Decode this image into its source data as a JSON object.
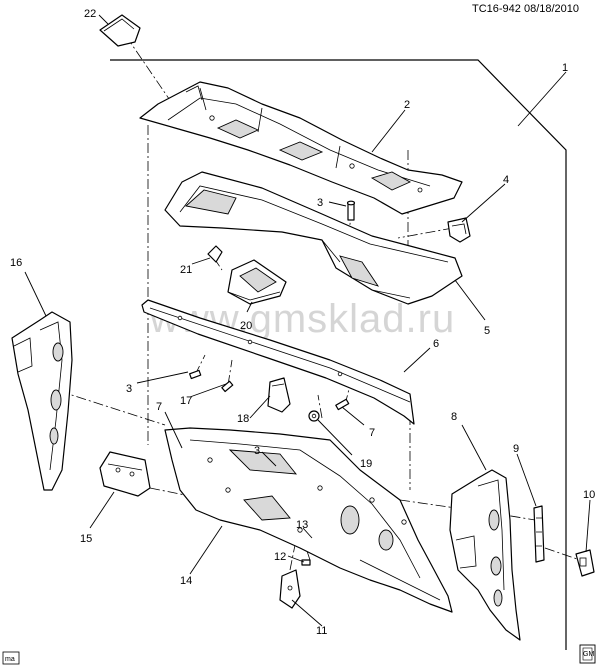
{
  "header": {
    "text": "TC16-942  08/18/2010"
  },
  "watermark": {
    "text": "www.gmsklad.ru"
  },
  "corner_tag": {
    "text": "ma"
  },
  "logo_tag": {
    "text": "GM"
  },
  "callouts": [
    {
      "id": "1",
      "label": "1"
    },
    {
      "id": "2",
      "label": "2"
    },
    {
      "id": "3a",
      "label": "3"
    },
    {
      "id": "3b",
      "label": "3"
    },
    {
      "id": "3c",
      "label": "3"
    },
    {
      "id": "4",
      "label": "4"
    },
    {
      "id": "5",
      "label": "5"
    },
    {
      "id": "6",
      "label": "6"
    },
    {
      "id": "7a",
      "label": "7"
    },
    {
      "id": "7b",
      "label": "7"
    },
    {
      "id": "8",
      "label": "8"
    },
    {
      "id": "9",
      "label": "9"
    },
    {
      "id": "10",
      "label": "10"
    },
    {
      "id": "11",
      "label": "11"
    },
    {
      "id": "12",
      "label": "12"
    },
    {
      "id": "13",
      "label": "13"
    },
    {
      "id": "14",
      "label": "14"
    },
    {
      "id": "15",
      "label": "15"
    },
    {
      "id": "16",
      "label": "16"
    },
    {
      "id": "17",
      "label": "17"
    },
    {
      "id": "18",
      "label": "18"
    },
    {
      "id": "19",
      "label": "19"
    },
    {
      "id": "20",
      "label": "20"
    },
    {
      "id": "21",
      "label": "21"
    },
    {
      "id": "22",
      "label": "22"
    }
  ]
}
